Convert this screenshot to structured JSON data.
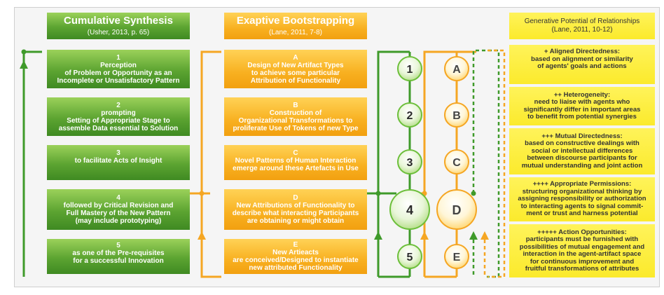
{
  "columns": {
    "synthesis": {
      "title": "Cumulative Synthesis",
      "source": "(Usher, 2013, p. 65)"
    },
    "bootstrapping": {
      "title": "Exaptive Bootstrapping",
      "source": "(Lane, 2011, 7-8)"
    },
    "potential": {
      "title": "Generative Potential of Relationships",
      "source": "(Lane, 2011, 10-12)"
    }
  },
  "synthesis_steps": [
    {
      "num": "1",
      "text": "Perception\nof Problem or Opportunity as an\nIncomplete or Unsatisfactory Pattern"
    },
    {
      "num": "2",
      "text": "prompting\nSetting of Appropriate Stage to\nassemble Data essential to Solution"
    },
    {
      "num": "3",
      "text": "to facilitate Acts of Insight"
    },
    {
      "num": "4",
      "text": "followed by Critical Revision and\nFull Mastery of the New Pattern\n(may include prototyping)"
    },
    {
      "num": "5",
      "text": "as one of the Pre-requisites\nfor a successful Innovation"
    }
  ],
  "bootstrapping_steps": [
    {
      "num": "A",
      "text": "Design of New Artifact Types\nto achieve some particular\nAttribution of Functionality"
    },
    {
      "num": "B",
      "text": "Construction of\nOrganizational Transformations to\nproliferate Use of Tokens of new Type"
    },
    {
      "num": "C",
      "text": "Novel Patterns of Human Interaction\nemerge around these Artefacts in Use"
    },
    {
      "num": "D",
      "text": "New Attributions of Functionality to\ndescribe what interacting Participants\nare obtaining or might obtain"
    },
    {
      "num": "E",
      "text": "New Artieacts\nare conceived/Designed to instantiate\nnew attributed Functionality"
    }
  ],
  "circles_green": [
    "1",
    "2",
    "3",
    "4",
    "5"
  ],
  "circles_orange": [
    "A",
    "B",
    "C",
    "D",
    "E"
  ],
  "potential_items": [
    {
      "head": "+ Aligned Directedness:",
      "text": "based on alignment or similarity\nof agents' goals and actions"
    },
    {
      "head": "++ Heterogeneity:",
      "text": "need to liaise with agents who\nsignificantly differ in important areas\nto benefit from potential synergies"
    },
    {
      "head": "+++ Mutual Directedness:",
      "text": "based on constructive dealings with\nsocial or intellectual differences\nbetween discourse participants for\nmutual understanding and joint action"
    },
    {
      "head": "++++ Appropriate Permissions:",
      "text": "structuring organizational thinking by\nassigning responsibility or authorization\nto interacting agents to signal commit-\nment or trust and harness potential"
    },
    {
      "head": "+++++ Action Opportunities:",
      "text": "participants must be furnished with\npossibilities of mutual engagement and\ninteraction in the agent-artifact space\nfor continuous improvement and\nfruitful transformations of attributes"
    }
  ],
  "colors": {
    "green": "#3f9a2a",
    "orange": "#f5a623",
    "yellow": "#fbea2c"
  }
}
